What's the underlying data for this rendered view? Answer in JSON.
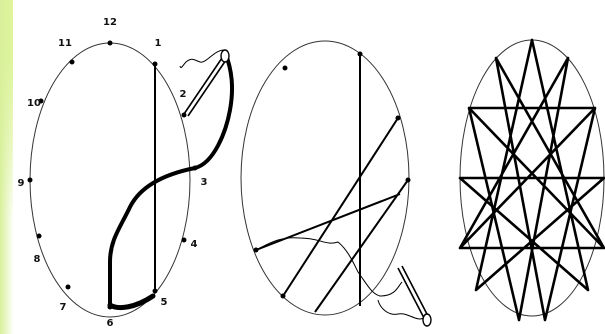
{
  "colors": {
    "background_glow": "#f8fb7a",
    "panel": "#ffffff",
    "circle": "#222222",
    "thread": "#000000"
  },
  "figures": [
    {
      "name": "clock-with-needle",
      "marks": [
        "1",
        "2",
        "3",
        "4",
        "5",
        "6",
        "7",
        "8",
        "9",
        "10",
        "11",
        "12"
      ]
    },
    {
      "name": "partially-threaded-circle"
    },
    {
      "name": "completed-star-pattern"
    }
  ]
}
